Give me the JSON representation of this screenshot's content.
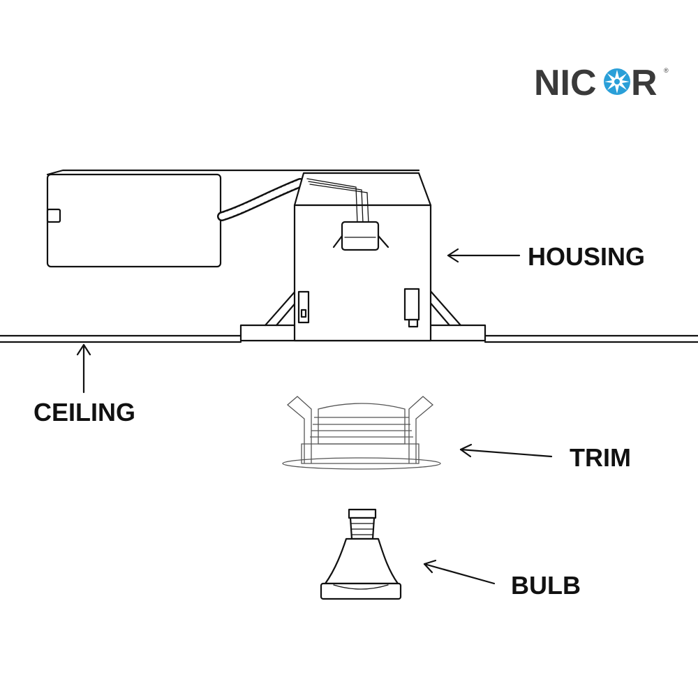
{
  "logo": {
    "text_before": "NIC",
    "text_after": "R",
    "registered_mark": "®",
    "star_color": "#2a9fd8",
    "text_color": "#3a3a3a"
  },
  "labels": {
    "housing": "HOUSING",
    "ceiling": "CEILING",
    "trim": "TRIM",
    "bulb": "BULB"
  },
  "icons": {
    "arrow": "arrow-icon"
  }
}
